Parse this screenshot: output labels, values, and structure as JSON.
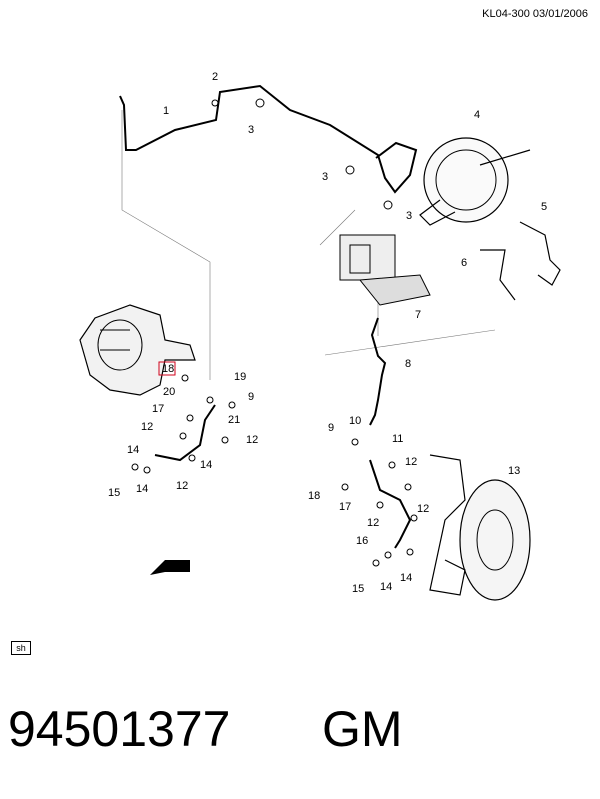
{
  "header": {
    "doc_code": "KL04-300  03/01/2006"
  },
  "callouts": [
    {
      "id": "c1",
      "text": "1"
    },
    {
      "id": "c2",
      "text": "2"
    },
    {
      "id": "c3a",
      "text": "3"
    },
    {
      "id": "c3b",
      "text": "3"
    },
    {
      "id": "c3c",
      "text": "3"
    },
    {
      "id": "c4",
      "text": "4"
    },
    {
      "id": "c5",
      "text": "5"
    },
    {
      "id": "c6",
      "text": "6"
    },
    {
      "id": "c7",
      "text": "7"
    },
    {
      "id": "c8",
      "text": "8"
    },
    {
      "id": "c9a",
      "text": "9"
    },
    {
      "id": "c9b",
      "text": "9"
    },
    {
      "id": "c10",
      "text": "10"
    },
    {
      "id": "c11",
      "text": "11"
    },
    {
      "id": "c12a",
      "text": "12"
    },
    {
      "id": "c12b",
      "text": "12"
    },
    {
      "id": "c12c",
      "text": "12"
    },
    {
      "id": "c12d",
      "text": "12"
    },
    {
      "id": "c12e",
      "text": "12"
    },
    {
      "id": "c12f",
      "text": "12"
    },
    {
      "id": "c13",
      "text": "13"
    },
    {
      "id": "c14a",
      "text": "14"
    },
    {
      "id": "c14b",
      "text": "14"
    },
    {
      "id": "c14c",
      "text": "14"
    },
    {
      "id": "c14d",
      "text": "14"
    },
    {
      "id": "c14e",
      "text": "14"
    },
    {
      "id": "c15a",
      "text": "15"
    },
    {
      "id": "c15b",
      "text": "15"
    },
    {
      "id": "c16",
      "text": "16"
    },
    {
      "id": "c17a",
      "text": "17"
    },
    {
      "id": "c17b",
      "text": "17"
    },
    {
      "id": "c18a",
      "text": "18"
    },
    {
      "id": "c18b",
      "text": "18"
    },
    {
      "id": "c19",
      "text": "19"
    },
    {
      "id": "c20",
      "text": "20"
    },
    {
      "id": "c21",
      "text": "21"
    }
  ],
  "front_marker": "FRT",
  "sh_badge": "sh",
  "footer": {
    "part_number": "94501377",
    "brand": "GM"
  },
  "colors": {
    "ink": "#000000",
    "highlight": "#d0021b",
    "fill": "#f2f2f2"
  }
}
